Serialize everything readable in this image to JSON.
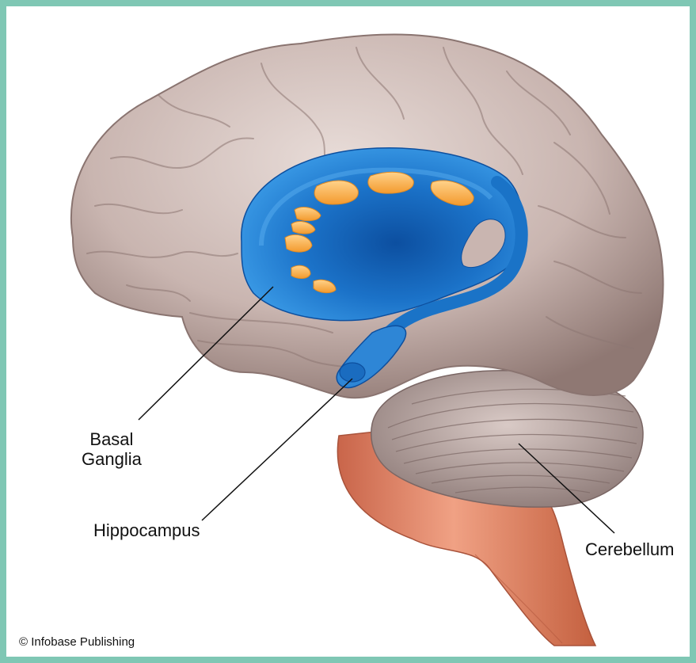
{
  "labels": {
    "basal_line1": "Basal",
    "basal_line2": "Ganglia",
    "hippocampus": "Hippocampus",
    "cerebellum": "Cerebellum"
  },
  "copyright": "© Infobase Publishing",
  "colors": {
    "frame": "#7fc7b4",
    "cerebrum": "#c9b5b0",
    "cerebellum": "#b8a6a4",
    "brainstem": "#e6896a",
    "basal_ganglia": "#1a73c7",
    "striatum_bridges": "#f7a93f"
  }
}
